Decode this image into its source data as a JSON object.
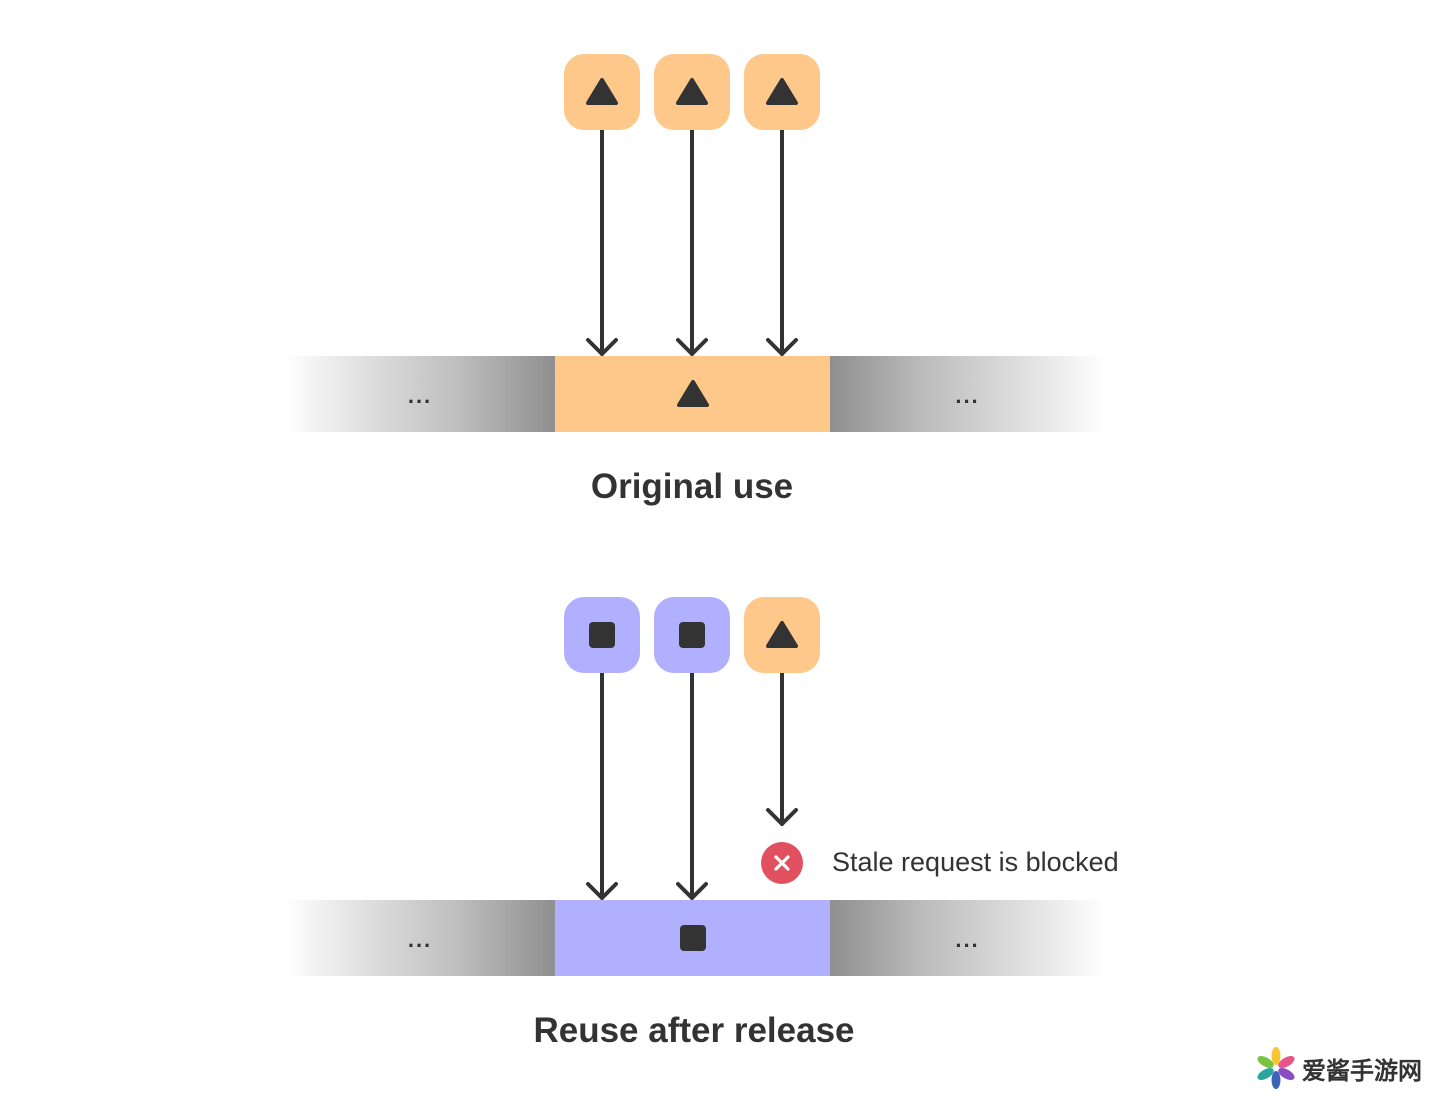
{
  "colors": {
    "original_tag": "#fec88a",
    "new_tag": "#b0b0fe",
    "glyph": "#333333",
    "error": "#e0505f",
    "arrow": "#333333"
  },
  "sections": [
    {
      "caption": "Original use",
      "requests": [
        {
          "tag": "triangle",
          "color": "original"
        },
        {
          "tag": "triangle",
          "color": "original"
        },
        {
          "tag": "triangle",
          "color": "original"
        }
      ],
      "slot": {
        "tag": "triangle",
        "color": "original"
      },
      "left_ellipsis": "...",
      "right_ellipsis": "..."
    },
    {
      "caption": "Reuse after release",
      "requests": [
        {
          "tag": "square",
          "color": "new"
        },
        {
          "tag": "square",
          "color": "new"
        },
        {
          "tag": "triangle",
          "color": "original",
          "blocked": true
        }
      ],
      "slot": {
        "tag": "square",
        "color": "new"
      },
      "left_ellipsis": "...",
      "right_ellipsis": "...",
      "blocked_note": "Stale request is blocked"
    }
  ],
  "watermark": {
    "text": "爱酱手游网"
  }
}
